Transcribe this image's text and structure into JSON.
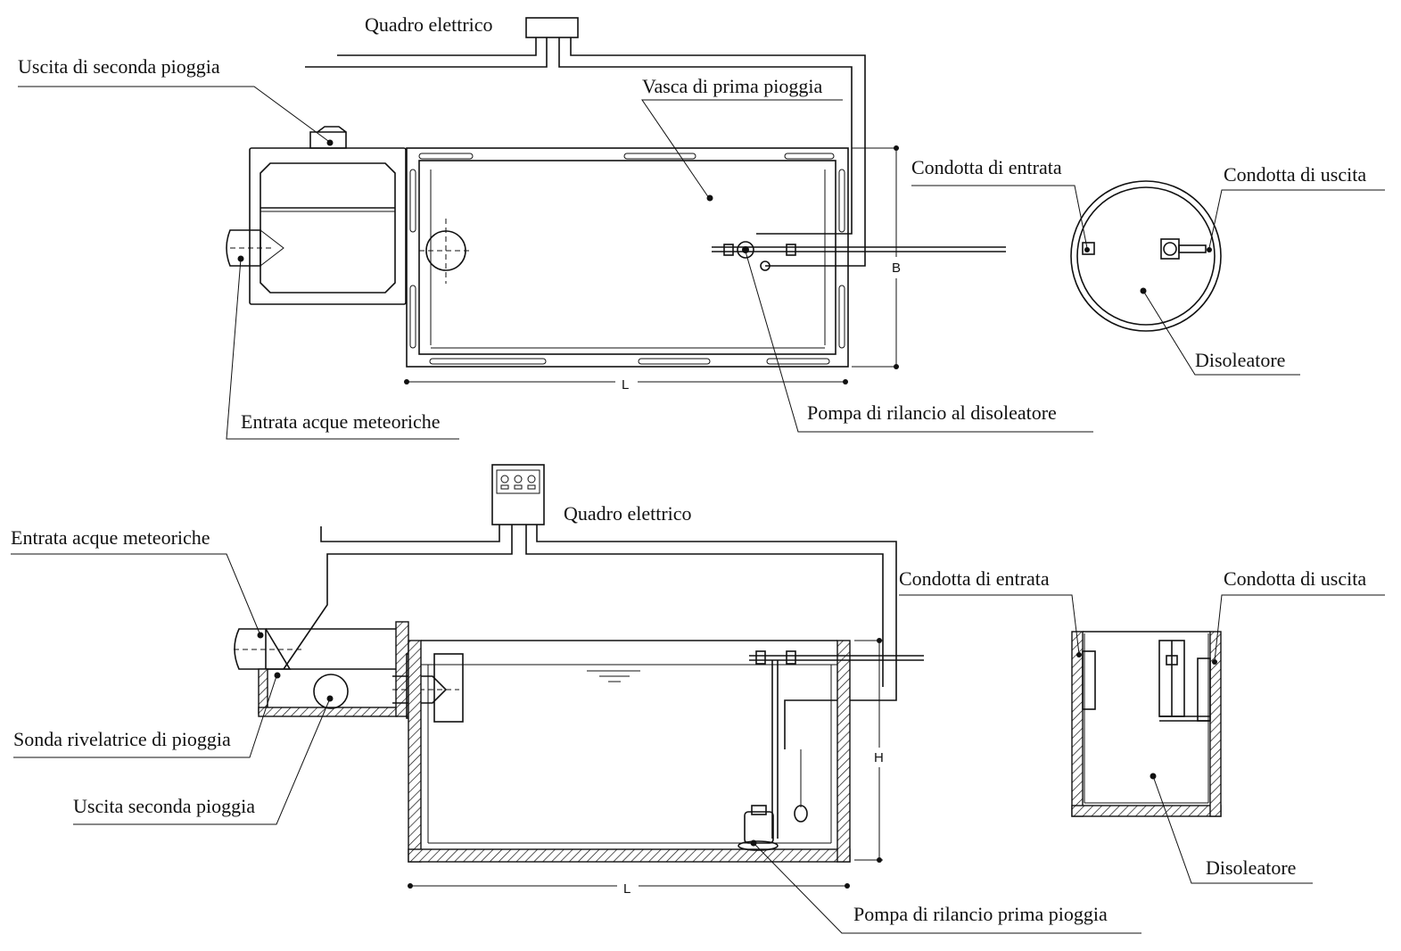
{
  "plan_view": {
    "quadro_label": "Quadro elettrico",
    "uscita_label": "Uscita di seconda pioggia",
    "vasca_label": "Vasca di prima pioggia",
    "entrata_condotta_label": "Condotta di entrata",
    "uscita_condotta_label": "Condotta di uscita",
    "dim_b": "B",
    "dim_l": "L",
    "disoleatore_label": "Disoleatore",
    "pompa_label": "Pompa di rilancio al disoleatore",
    "entrata_acque_label": "Entrata acque meteoriche"
  },
  "section_view": {
    "quadro_label": "Quadro elettrico",
    "entrata_acque_label": "Entrata acque meteoriche",
    "entrata_condotta_label": "Condotta di entrata",
    "uscita_condotta_label": "Condotta di uscita",
    "dim_h": "H",
    "sonda_label": "Sonda rivelatrice di pioggia",
    "uscita_seconda_label": "Uscita seconda pioggia",
    "dim_l": "L",
    "disoleatore_label": "Disoleatore",
    "pompa_label": "Pompa di rilancio prima pioggia"
  }
}
